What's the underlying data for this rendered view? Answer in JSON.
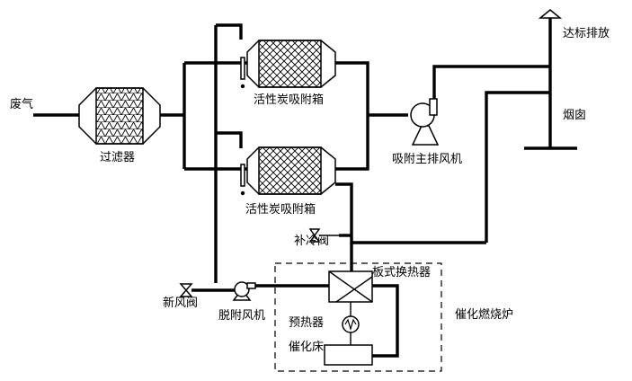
{
  "labels": {
    "waste_gas": "废气",
    "filter": "过滤器",
    "adsorber_top": "活性炭吸附箱",
    "adsorber_bottom": "活性炭吸附箱",
    "main_fan": "吸附主排风机",
    "discharge": "达标排放",
    "chimney": "烟囱",
    "cooling_valve": "补冷阀",
    "fresh_air_valve": "新风阀",
    "desorption_fan": "脱附风机",
    "plate_exchanger": "板式换热器",
    "preheater": "预热器",
    "catalytic_bed": "催化床",
    "catalytic_furnace": "催化燃烧炉"
  }
}
